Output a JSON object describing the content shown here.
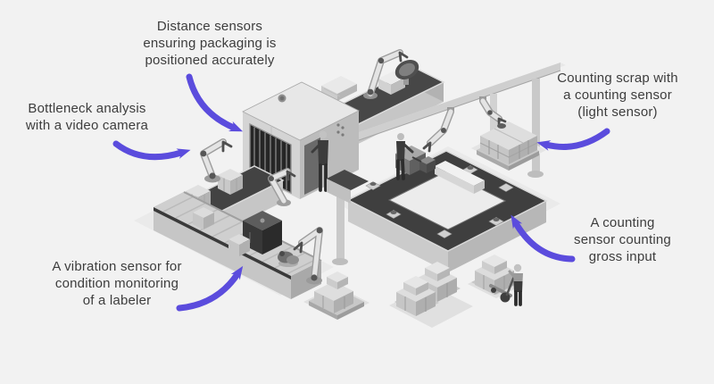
{
  "colors": {
    "accent": "#5b4cdd",
    "background": "#f2f2f2",
    "text": "#3d3d3d"
  },
  "annotations": {
    "distance_sensors": "Distance sensors\nensuring packaging is\npositioned accurately",
    "bottleneck": "Bottleneck analysis\nwith a video camera",
    "counting_scrap": "Counting scrap with\na counting sensor\n(light sensor)",
    "vibration": "A vibration sensor for\ncondition monitoring\nof a labeler",
    "gross_input": "A counting\nsensor counting\ngross input"
  }
}
